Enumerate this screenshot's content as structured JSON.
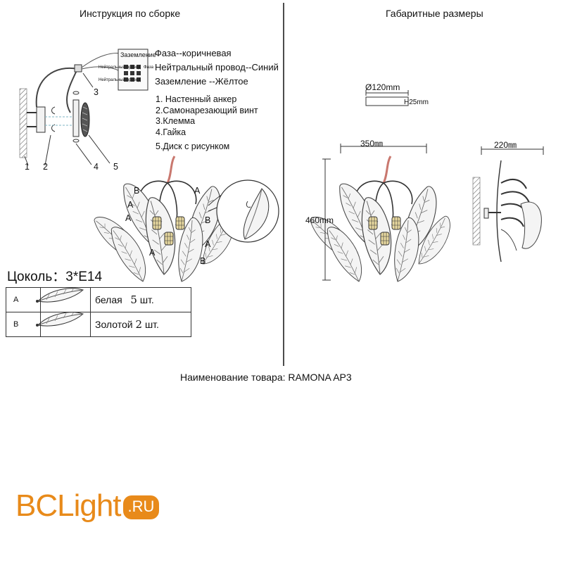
{
  "headers": {
    "assembly": "Инструкция по сборке",
    "dimensions": "Габаритные размеры"
  },
  "wiring": {
    "phase": "Фаза--коричневая",
    "neutral": "Нейтральный провод--Синий",
    "ground": "Заземление --Жёлтое",
    "terminal_labels": [
      "Заземление",
      "Нейтральный провод",
      "Фаза",
      "Нейтральный провод"
    ]
  },
  "parts": [
    "1. Настенный анкер",
    "2.Самонарезающий винт",
    "3.Клемма",
    "4.Гайка",
    "5.Диск с рисунком"
  ],
  "callouts": [
    "1",
    "2",
    "3",
    "4",
    "5"
  ],
  "leaf_markers": {
    "a": "A",
    "b": "B"
  },
  "base": "Цоколь：3*E14",
  "legend": [
    {
      "code": "A",
      "name": "белая",
      "count": "5",
      "unit": "шт."
    },
    {
      "code": "B",
      "name": "Золотой",
      "count": "2",
      "unit": "шт."
    }
  ],
  "dims": {
    "disc_diameter": "Ø120mm",
    "disc_height": "H25mm",
    "width": "350㎜",
    "depth": "220㎜",
    "height": "460mm"
  },
  "product": "Наименование товара: RAMONA AP3",
  "logo": {
    "main": "BCLight",
    "suffix": ".RU"
  },
  "colors": {
    "logo": "#e88a1a",
    "stem": "#c9786f"
  }
}
